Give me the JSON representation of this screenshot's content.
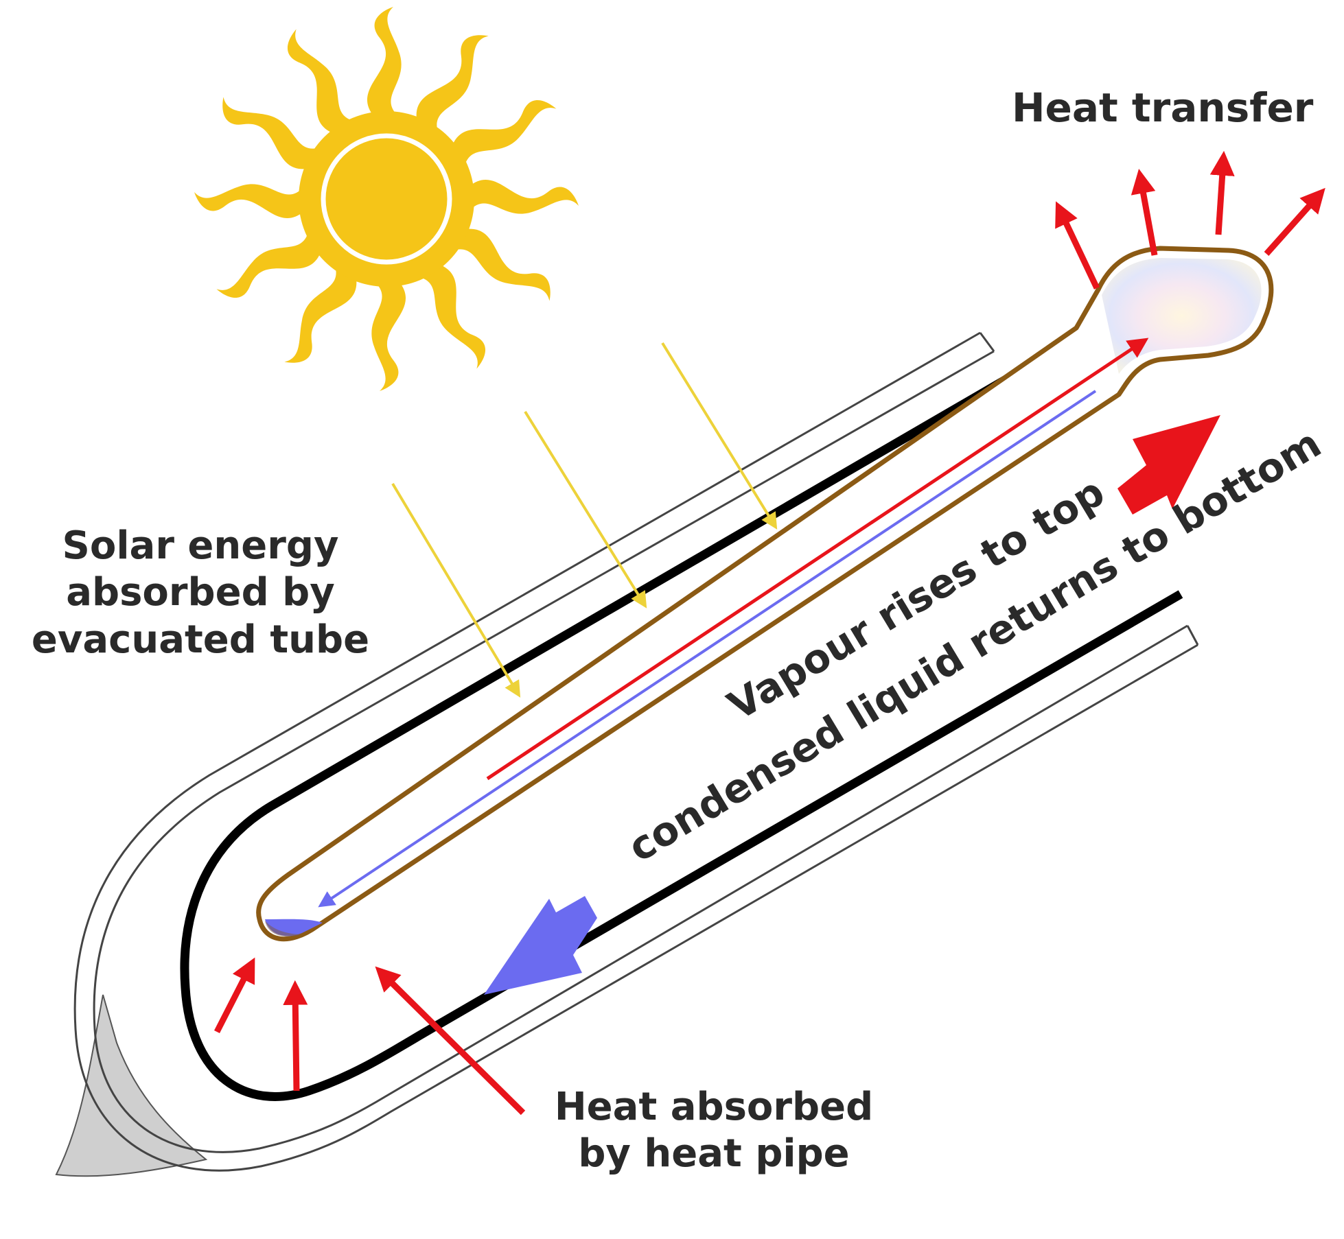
{
  "labels": {
    "heat_transfer": "Heat transfer",
    "solar_line1": "Solar energy",
    "solar_line2": "absorbed by",
    "solar_line3": "evacuated tube",
    "vapour": "Vapour rises to top",
    "condensed": "condensed liquid returns to bottom",
    "heat_abs_line1": "Heat absorbed",
    "heat_abs_line2": "by heat pipe"
  },
  "colors": {
    "sun": "#F5C518",
    "sunlight_arrow": "#EDD23A",
    "heat_arrow": "#E8141B",
    "liquid_arrow": "#6B6BF0",
    "heat_pipe": "#8B5A14",
    "absorber_tube": "#000000",
    "glass_tube": "#444444",
    "base_cap": "#CFCFCF"
  }
}
